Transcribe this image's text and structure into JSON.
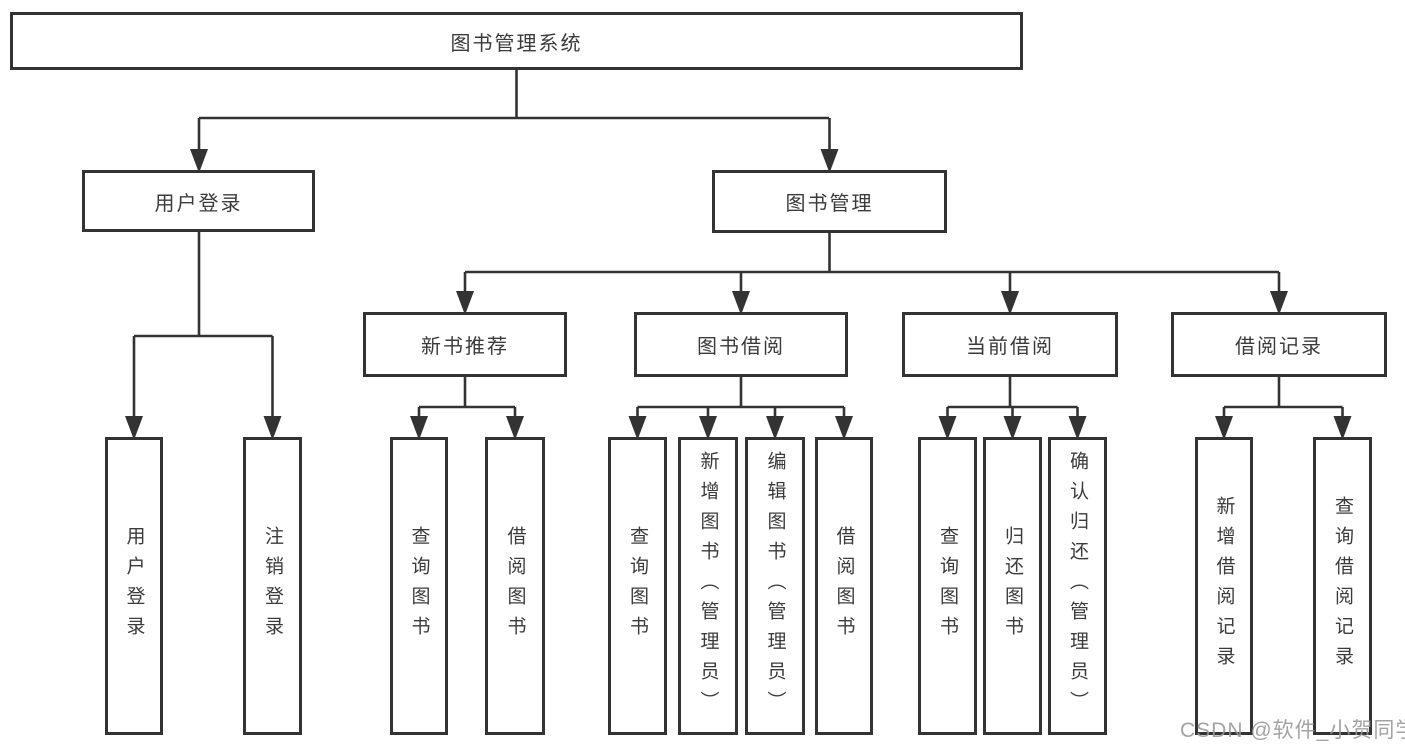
{
  "diagram": {
    "root": "图书管理系统",
    "branches": [
      {
        "label": "用户登录",
        "children": [
          "用户登录",
          "注销登录"
        ]
      },
      {
        "label": "图书管理",
        "groups": [
          {
            "label": "新书推荐",
            "children": [
              "查询图书",
              "借阅图书"
            ]
          },
          {
            "label": "图书借阅",
            "children": [
              "查询图书",
              "新增图书（管理员）",
              "编辑图书（管理员）",
              "借阅图书"
            ]
          },
          {
            "label": "当前借阅",
            "children": [
              "查询图书",
              "归还图书",
              "确认归还（管理员）"
            ]
          },
          {
            "label": "借阅记录",
            "children": [
              "新增借阅记录",
              "查询借阅记录"
            ]
          }
        ]
      }
    ]
  },
  "watermark": {
    "text": "CSDN @软件_小贺同学"
  },
  "colors": {
    "line": "#333333",
    "box_border": "#333333",
    "text": "#3b3b3b",
    "watermark": "#969696",
    "background": "#ffffff"
  }
}
